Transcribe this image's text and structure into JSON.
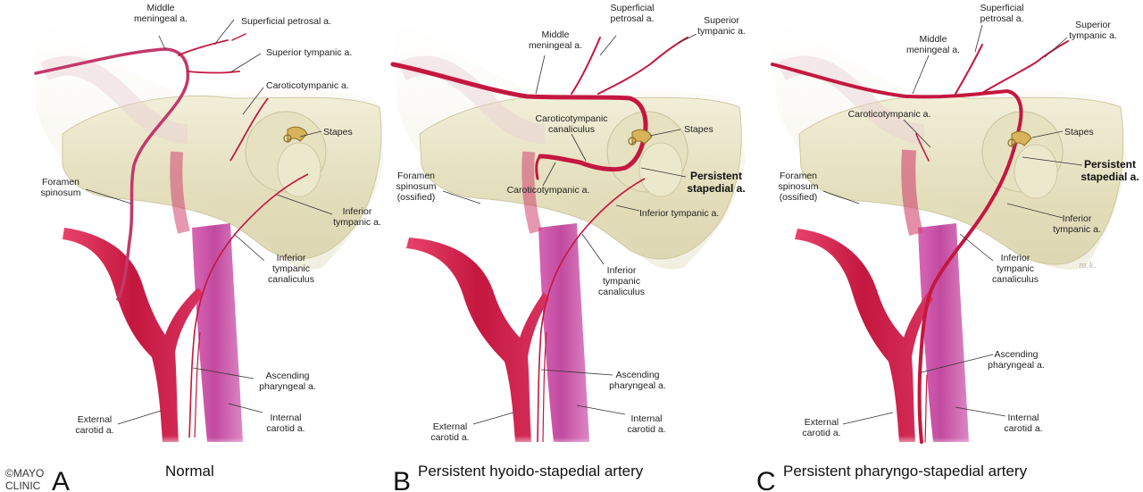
{
  "copyright": [
    "©MAYO",
    "CLINIC"
  ],
  "artist_signature": "m.k.",
  "colors": {
    "artery": "#c4173f",
    "artery_light": "#e04a72",
    "ica": "#c54aa0",
    "bone": "#e9e4c5",
    "stapes": "#d7b45a"
  },
  "panels": [
    {
      "letter": "A",
      "caption": "Normal",
      "labels": {
        "middle_meningeal": [
          "Middle",
          "meningeal a."
        ],
        "superficial_petrosal": [
          "Superficial petrosal a."
        ],
        "superior_tympanic": [
          "Superior tympanic a."
        ],
        "caroticotympanic": [
          "Caroticotympanic a."
        ],
        "stapes": [
          "Stapes"
        ],
        "foramen_spinosum": [
          "Foramen",
          "spinosum"
        ],
        "inferior_tympanic": [
          "Inferior",
          "tympanic a."
        ],
        "inferior_tympanic_canaliculus": [
          "Inferior",
          "tympanic",
          "canaliculus"
        ],
        "ascending_pharyngeal": [
          "Ascending",
          "pharyngeal a."
        ],
        "internal_carotid": [
          "Internal",
          "carotid a."
        ],
        "external_carotid": [
          "External",
          "carotid a."
        ]
      }
    },
    {
      "letter": "B",
      "caption": "Persistent hyoido-stapedial artery",
      "labels": {
        "middle_meningeal": [
          "Middle",
          "meningeal a."
        ],
        "superficial_petrosal": [
          "Superficial",
          "petrosal a."
        ],
        "superior_tympanic": [
          "Superior",
          "tympanic a."
        ],
        "caroticotympanic_canaliculus": [
          "Caroticotympanic",
          "canaliculus"
        ],
        "stapes": [
          "Stapes"
        ],
        "persistent_stapedial": [
          "Persistent",
          "stapedial a."
        ],
        "foramen_spinosum": [
          "Foramen",
          "spinosum",
          "(ossified)"
        ],
        "caroticotympanic": [
          "Caroticotympanic a."
        ],
        "inferior_tympanic": [
          "Inferior tympanic a."
        ],
        "inferior_tympanic_canaliculus": [
          "Inferior",
          "tympanic",
          "canaliculus"
        ],
        "ascending_pharyngeal": [
          "Ascending",
          "pharyngeal a."
        ],
        "internal_carotid": [
          "Internal",
          "carotid a."
        ],
        "external_carotid": [
          "External",
          "carotid a."
        ]
      }
    },
    {
      "letter": "C",
      "caption": "Persistent pharyngo-stapedial artery",
      "labels": {
        "superficial_petrosal": [
          "Superficial",
          "petrosal a."
        ],
        "superior_tympanic": [
          "Superior",
          "tympanic a."
        ],
        "middle_meningeal": [
          "Middle",
          "meningeal a."
        ],
        "caroticotympanic": [
          "Caroticotympanic a."
        ],
        "stapes": [
          "Stapes"
        ],
        "persistent_stapedial": [
          "Persistent",
          "stapedial a."
        ],
        "foramen_spinosum": [
          "Foramen",
          "spinosum",
          "(ossified)"
        ],
        "inferior_tympanic": [
          "Inferior",
          "tympanic a."
        ],
        "inferior_tympanic_canaliculus": [
          "Inferior",
          "tympanic",
          "canaliculus"
        ],
        "ascending_pharyngeal": [
          "Ascending",
          "pharyngeal a."
        ],
        "internal_carotid": [
          "Internal",
          "carotid a."
        ],
        "external_carotid": [
          "External",
          "carotid a."
        ]
      }
    }
  ]
}
